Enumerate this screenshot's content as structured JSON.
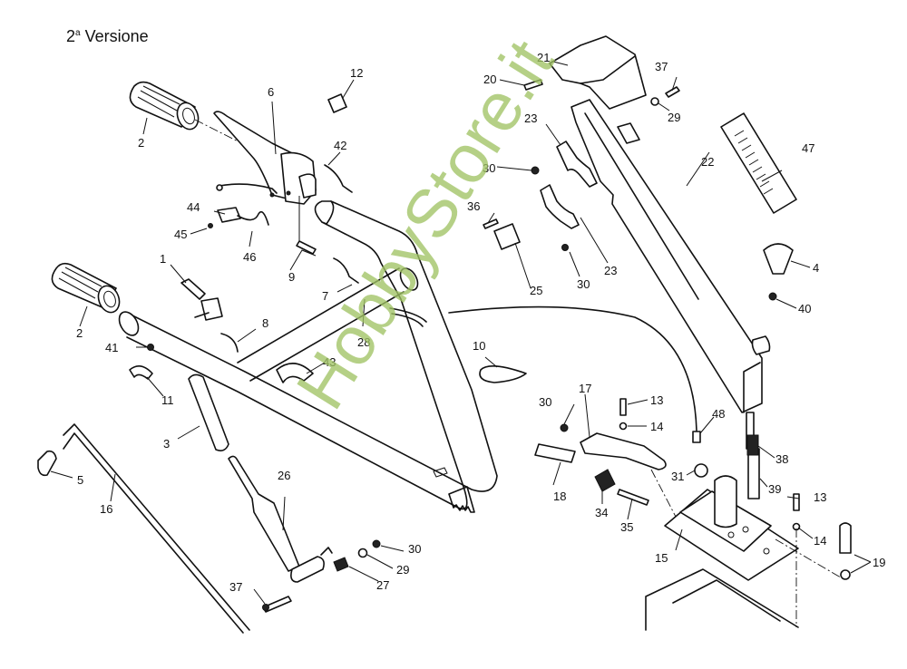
{
  "title": {
    "main": "2",
    "superscript": "a",
    "rest": " Versione"
  },
  "watermark": "HobbyStore.it",
  "colors": {
    "line": "#111111",
    "watermark": "#a0c364",
    "background": "#ffffff"
  },
  "labels": [
    {
      "id": "1",
      "text": "1"
    },
    {
      "id": "2a",
      "text": "2"
    },
    {
      "id": "2b",
      "text": "2"
    },
    {
      "id": "3",
      "text": "3"
    },
    {
      "id": "4",
      "text": "4"
    },
    {
      "id": "5",
      "text": "5"
    },
    {
      "id": "6",
      "text": "6"
    },
    {
      "id": "7",
      "text": "7"
    },
    {
      "id": "8",
      "text": "8"
    },
    {
      "id": "9",
      "text": "9"
    },
    {
      "id": "10",
      "text": "10"
    },
    {
      "id": "11",
      "text": "11"
    },
    {
      "id": "12",
      "text": "12"
    },
    {
      "id": "13a",
      "text": "13"
    },
    {
      "id": "13b",
      "text": "13"
    },
    {
      "id": "14a",
      "text": "14"
    },
    {
      "id": "14b",
      "text": "14"
    },
    {
      "id": "15",
      "text": "15"
    },
    {
      "id": "16",
      "text": "16"
    },
    {
      "id": "17",
      "text": "17"
    },
    {
      "id": "18",
      "text": "18"
    },
    {
      "id": "19",
      "text": "19"
    },
    {
      "id": "20",
      "text": "20"
    },
    {
      "id": "21",
      "text": "21"
    },
    {
      "id": "22",
      "text": "22"
    },
    {
      "id": "23a",
      "text": "23"
    },
    {
      "id": "23b",
      "text": "23"
    },
    {
      "id": "25",
      "text": "25"
    },
    {
      "id": "26",
      "text": "26"
    },
    {
      "id": "27",
      "text": "27"
    },
    {
      "id": "28",
      "text": "28"
    },
    {
      "id": "29a",
      "text": "29"
    },
    {
      "id": "29b",
      "text": "29"
    },
    {
      "id": "30a",
      "text": "30"
    },
    {
      "id": "30b",
      "text": "30"
    },
    {
      "id": "30c",
      "text": "30"
    },
    {
      "id": "30d",
      "text": "30"
    },
    {
      "id": "31",
      "text": "31"
    },
    {
      "id": "34",
      "text": "34"
    },
    {
      "id": "35",
      "text": "35"
    },
    {
      "id": "36",
      "text": "36"
    },
    {
      "id": "37a",
      "text": "37"
    },
    {
      "id": "37b",
      "text": "37"
    },
    {
      "id": "38",
      "text": "38"
    },
    {
      "id": "39",
      "text": "39"
    },
    {
      "id": "40",
      "text": "40"
    },
    {
      "id": "41",
      "text": "41"
    },
    {
      "id": "42",
      "text": "42"
    },
    {
      "id": "43",
      "text": "43"
    },
    {
      "id": "44",
      "text": "44"
    },
    {
      "id": "45",
      "text": "45"
    },
    {
      "id": "46",
      "text": "46"
    },
    {
      "id": "47",
      "text": "47"
    },
    {
      "id": "48",
      "text": "48"
    }
  ]
}
